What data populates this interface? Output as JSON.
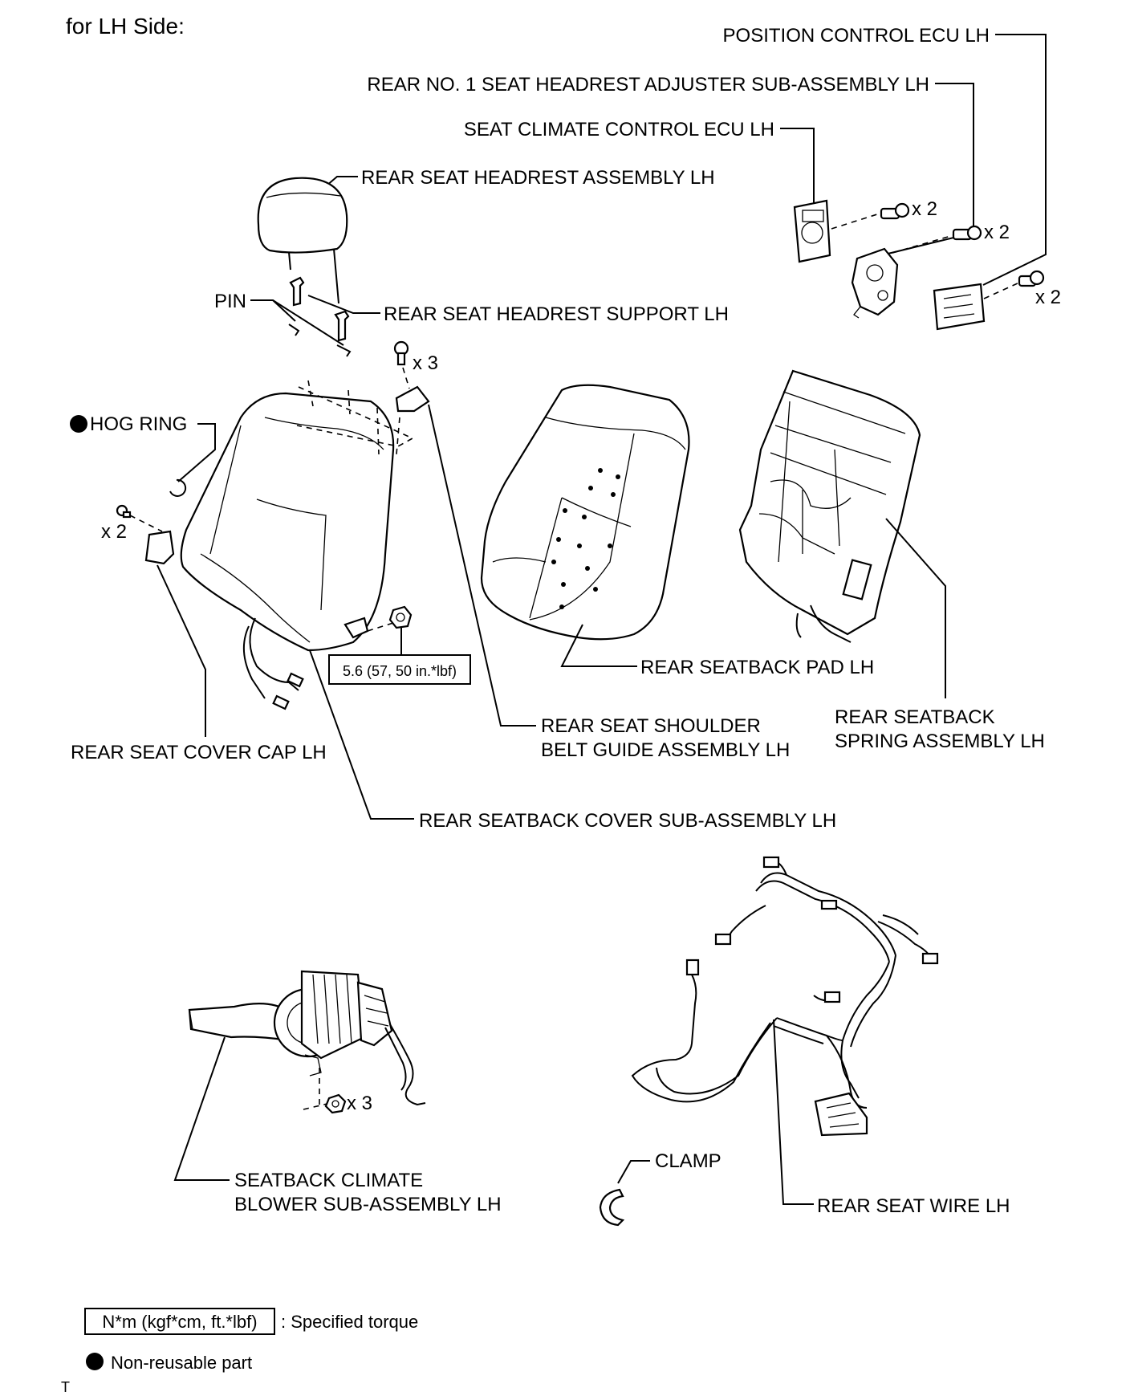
{
  "header": {
    "title": "for LH Side:"
  },
  "parts": {
    "position_control_ecu": "POSITION CONTROL ECU LH",
    "headrest_adjuster": "REAR NO. 1 SEAT HEADREST ADJUSTER SUB-ASSEMBLY LH",
    "climate_control_ecu": "SEAT CLIMATE CONTROL ECU LH",
    "headrest_assembly": "REAR SEAT HEADREST ASSEMBLY LH",
    "pin": "PIN",
    "headrest_support": "REAR SEAT HEADREST SUPPORT LH",
    "hog_ring": "HOG RING",
    "seatback_pad": "REAR SEATBACK PAD LH",
    "shoulder_belt_guide_1": "REAR SEAT SHOULDER",
    "shoulder_belt_guide_2": "BELT GUIDE ASSEMBLY LH",
    "spring_assembly_1": "REAR SEATBACK",
    "spring_assembly_2": "SPRING ASSEMBLY LH",
    "cover_cap": "REAR SEAT COVER CAP LH",
    "cover_sub_assembly": "REAR SEATBACK COVER SUB-ASSEMBLY LH",
    "blower_1": "SEATBACK CLIMATE",
    "blower_2": "BLOWER SUB-ASSEMBLY LH",
    "clamp": "CLAMP",
    "seat_wire": "REAR SEAT WIRE LH"
  },
  "quantities": {
    "ecu_climate_bolts": "x 2",
    "adjuster_bolts": "x 2",
    "position_ecu_bolts": "x 2",
    "belt_guide_bolts": "x 3",
    "cover_cap_screws": "x 2",
    "blower_nuts": "x 3"
  },
  "torque": {
    "value": "5.6 (57, 50 in.*lbf)"
  },
  "legend": {
    "torque_box": "N*m (kgf*cm, ft.*lbf)",
    "torque_desc": ": Specified torque",
    "nonreusable": "Non-reusable part"
  },
  "footer": {
    "mark": "T"
  }
}
